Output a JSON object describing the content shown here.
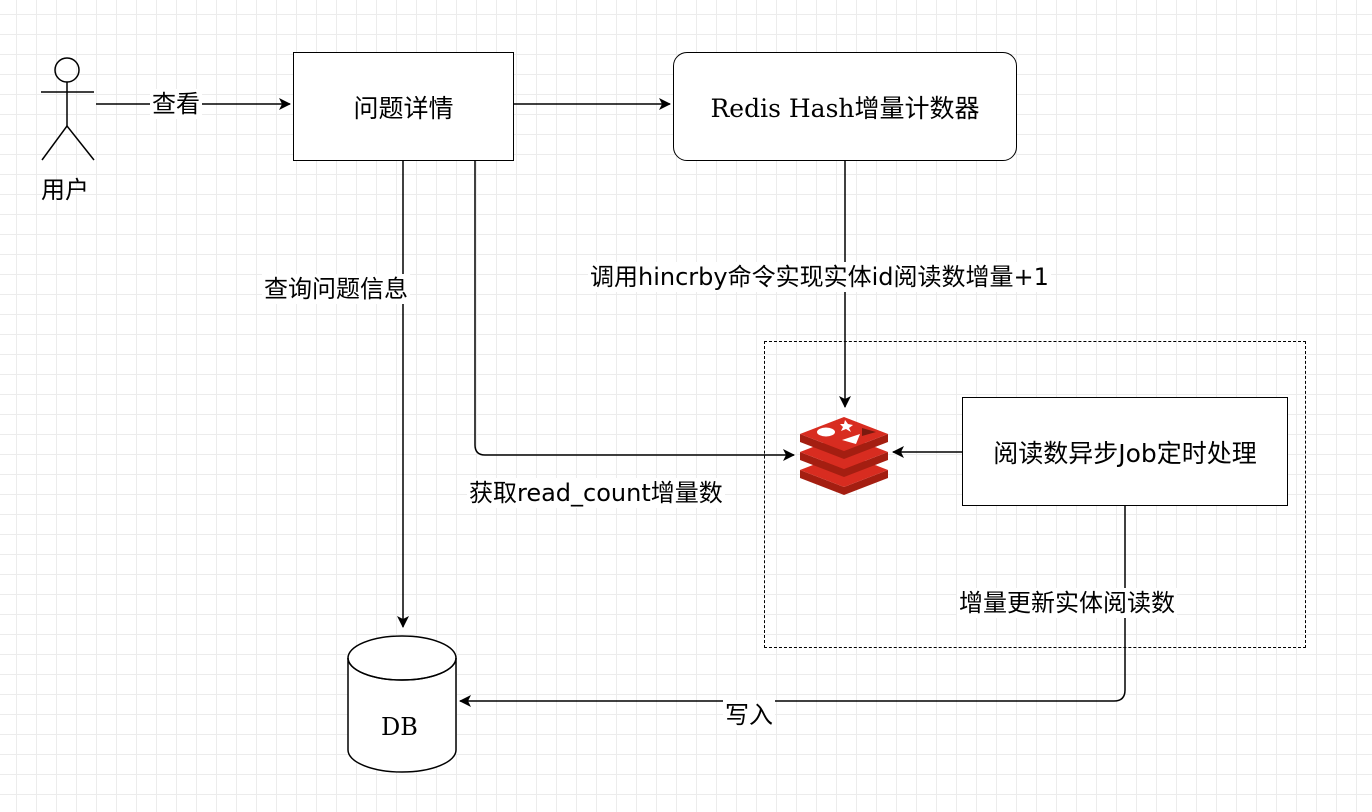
{
  "actor": {
    "label": "用户"
  },
  "nodes": {
    "question_detail": "问题详情",
    "redis_counter": "Redis Hash增量计数器",
    "async_job": "阅读数异步Job定时处理",
    "db": "DB"
  },
  "edges": {
    "view": "查看",
    "query_info": "查询问题信息",
    "hincrby": "调用hincrby命令实现实体id阅读数增量+1",
    "get_count": "获取read_count增量数",
    "update_entity": "增量更新实体阅读数",
    "write": "写入"
  },
  "icons": {
    "redis": "redis-logo-icon",
    "actor": "stick-figure-icon"
  },
  "colors": {
    "redis_red": "#d82c20",
    "redis_dark": "#a41e11",
    "line": "#000000"
  }
}
